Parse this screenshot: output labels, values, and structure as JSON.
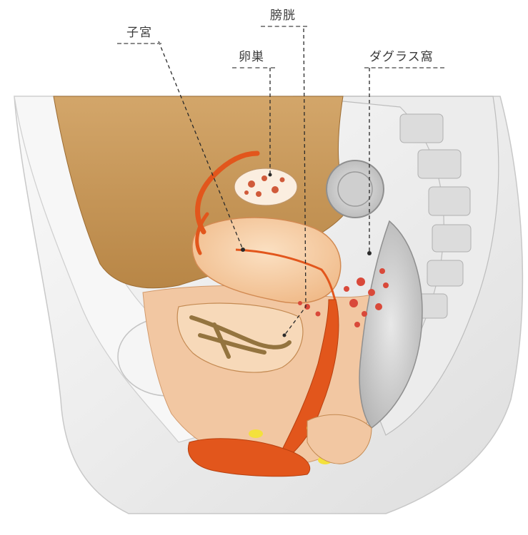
{
  "labels": {
    "uterus": "子宮",
    "bladder": "膀胱",
    "ovary": "卵巣",
    "douglas_pouch": "ダグラス窩"
  },
  "colors": {
    "background": "#ffffff",
    "abdominal_cavity": "#c79a5c",
    "skin": "#f1f1f1",
    "muscle_pink": "#f2c7a2",
    "organ_orange": "#e2561c",
    "uterus_peach": "#f6cfa6",
    "fat_yellow": "#f4e13c",
    "leader_line": "#2a2a2a"
  }
}
